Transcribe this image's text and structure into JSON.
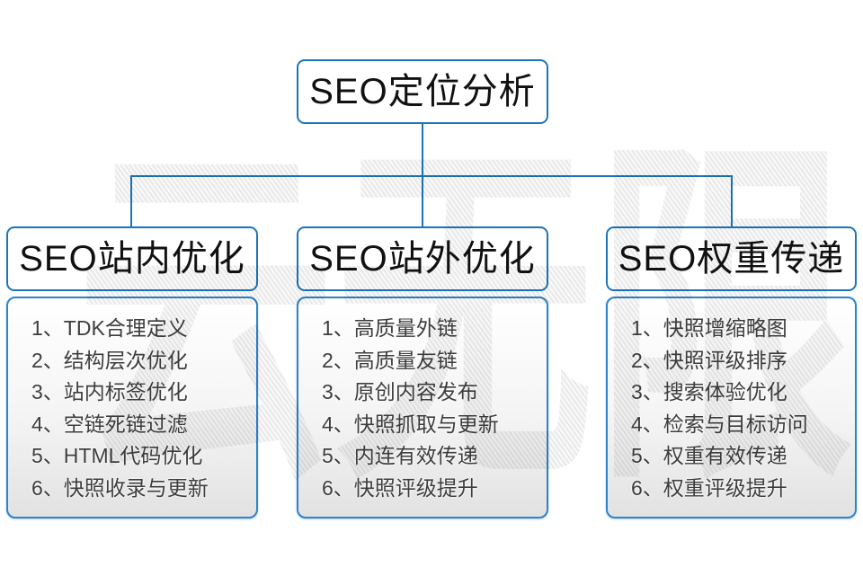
{
  "watermark": {
    "text": "云无限"
  },
  "colors": {
    "box_border": "#1b75bd",
    "list_border": "#2e83cb",
    "connector": "#1b75bd"
  },
  "root_node": {
    "label": "SEO定位分析"
  },
  "branches": [
    {
      "label": "SEO站内优化",
      "items": [
        "1、TDK合理定义",
        "2、结构层次优化",
        "3、站内标签优化",
        "4、空链死链过滤",
        "5、HTML代码优化",
        "6、快照收录与更新"
      ]
    },
    {
      "label": "SEO站外优化",
      "items": [
        "1、高质量外链",
        "2、高质量友链",
        "3、原创内容发布",
        "4、快照抓取与更新",
        "5、内连有效传递",
        "6、快照评级提升"
      ]
    },
    {
      "label": "SEO权重传递",
      "items": [
        "1、快照增缩略图",
        "2、快照评级排序",
        "3、搜索体验优化",
        "4、检索与目标访问",
        "5、权重有效传递",
        "6、权重评级提升"
      ]
    }
  ]
}
